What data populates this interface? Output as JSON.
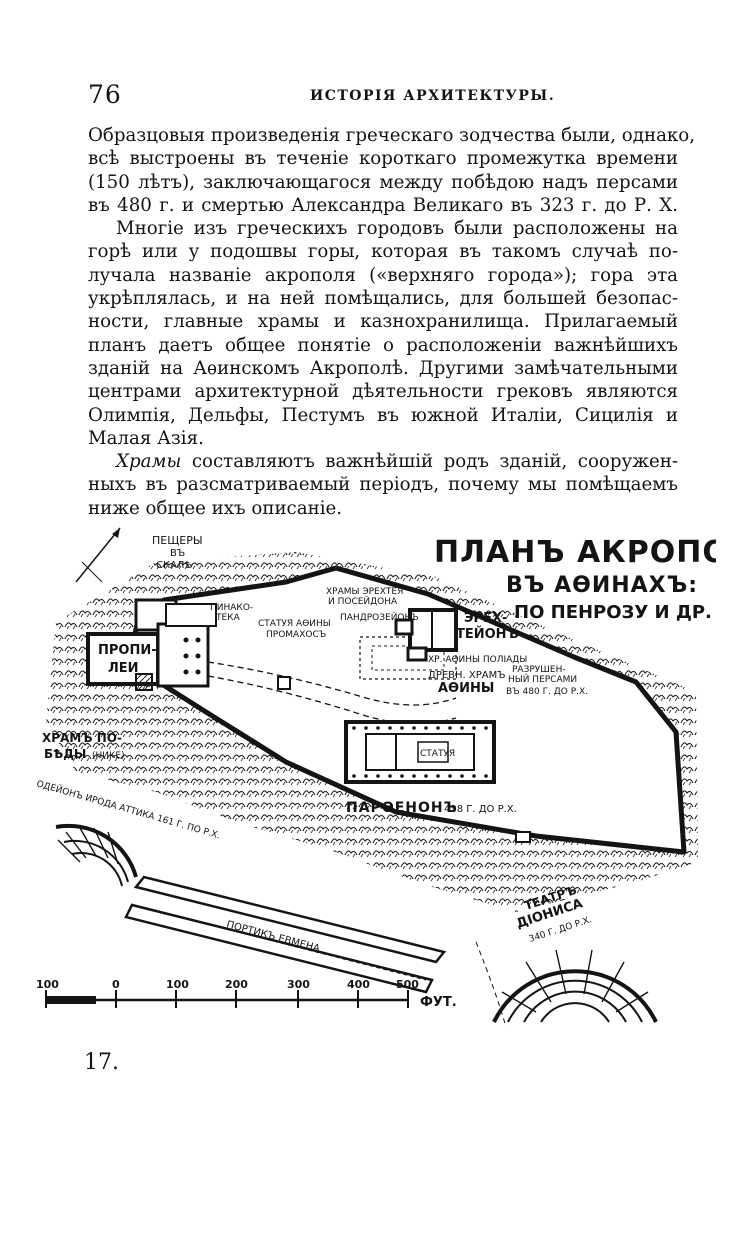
{
  "header": {
    "page_number": "76",
    "running_title": "ИСТОРІЯ АРХИТЕКТУРЫ."
  },
  "paragraphs": [
    {
      "lines": [
        "Образцовыя произведенія греческаго зодчества были, однако,",
        "всѣ выстроены въ теченіе короткаго промежутка времени",
        "(150 лѣтъ), заключающагося между побѣдою надъ персами",
        "въ 480 г. и смертью Александра Великаго въ 323 г. до Р. Х."
      ]
    },
    {
      "lines": [
        "Многіе изъ греческихъ городовъ были расположены на",
        "горѣ или у подошвы горы, которая въ такомъ случаѣ по-",
        "лучала названіе акрополя («верхняго города»); гора эта",
        "укрѣплялась, и на ней помѣщались, для большей безопас-",
        "ности, главные храмы и казнохранилища. Прилагаемый",
        "планъ даетъ общее понятіе о расположеніи важнѣйшихъ",
        "зданій на Аѳинскомъ Акрополѣ. Другими замѣчательными",
        "центрами архитектурной дѣятельности грековъ являются",
        "Олимпія, Дельфы, Пестумъ въ южной Италіи, Сицилія и",
        "Малая Азія."
      ]
    },
    {
      "italic_lead": "Храмы",
      "first_line_rest": "составляютъ важнѣйшій родъ зданій, сооружен-",
      "lines": [
        "ныхъ въ разсматриваемый періодъ, почему мы помѣщаемъ",
        "ниже общее ихъ описаніе."
      ]
    }
  ],
  "map": {
    "title_line1": "ПЛАНЪ АКРОПОЛЯ",
    "title_line2": "ВЪ АѲИНАХЪ:",
    "title_line3": "ПО ПЕНРОЗУ И ДР.",
    "labels": {
      "caves_1": "ПЕЩЕРЫ",
      "caves_2": "ВЪ",
      "caves_3": "СКАЛѢ",
      "pinakoteka_1": "ПИНАКО-",
      "pinakoteka_2": "ТЕКА",
      "propylaea_1": "ПРОПИ-",
      "propylaea_2": "ЛЕИ",
      "athena_statue_1": "СТАТУЯ АѲИНЫ",
      "athena_statue_2": "ПРОМАХОСЪ",
      "erechtheus_1": "ХРАМЫ ЭРЕХТЕЯ",
      "erechtheus_2": "И ПОСЕЙДОНА",
      "pandroseion": "ПАНДРОЗЕЙОНЪ",
      "erechtheion_1": "ЭРЕХ-",
      "erechtheion_2": "ТЕЙОНЪ",
      "athena_polias": "ХР. АѲИНЫ ПОЛІАДЫ",
      "old_temple_1": "ДРЕВН. ХРАМЪ",
      "old_temple_2": "АѲИНЫ",
      "destroyed_1": "РАЗРУШЕН-",
      "destroyed_2": "НЫЙ ПЕРСАМИ",
      "destroyed_3": "ВЪ 480 Г. ДО Р.Х.",
      "statue": "СТАТУЯ",
      "parthenon": "ПАРѲЕНОНЪ",
      "parthenon_date": "438 Г. ДО Р.Х.",
      "nike_1": "ХРАМЪ ПО-",
      "nike_2": "БѢДЫ",
      "nike_3": "(НИКЕ)",
      "odeon": "ОДЕЙОНЪ ИРОДА АТТИКА 161 Г. ПО Р.Х.",
      "eumenes": "ПОРТИКЪ ЕВМЕНА",
      "theatre_1": "ТЕАТРЪ",
      "theatre_2": "ДІОНИСА",
      "theatre_3": "340 Г. ДО Р.Х."
    },
    "scale": {
      "ticks": [
        "100",
        "0",
        "100",
        "200",
        "300",
        "400",
        "500"
      ],
      "unit": "ФУТ."
    }
  },
  "sheet_signature": "17."
}
